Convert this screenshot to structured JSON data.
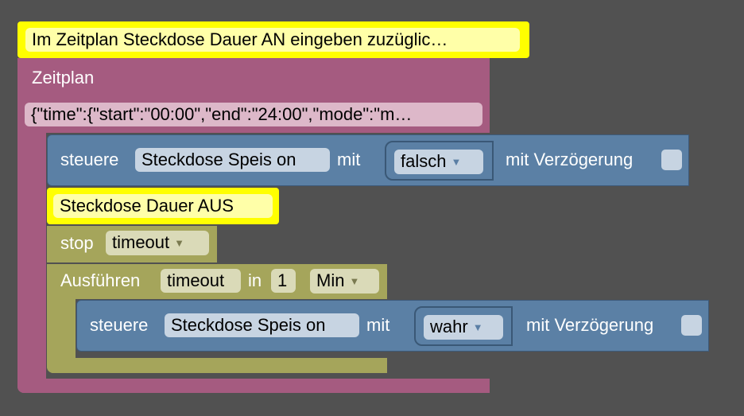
{
  "colors": {
    "workspace": "#515151",
    "comment": "#ffff00",
    "schedule": "#a55b80",
    "control": "#5b80a5",
    "timeout": "#a5a55b"
  },
  "comment_top": {
    "text": "Im Zeitplan Steckdose Dauer AN eingeben zuzüglic…"
  },
  "schedule": {
    "label": "Zeitplan",
    "value": "{\"time\":{\"start\":\"00:00\",\"end\":\"24:00\",\"mode\":\"m…"
  },
  "control_1": {
    "label": "steuere",
    "device": "Steckdose Speis on",
    "with_label": "mit",
    "value": "falsch",
    "value_arrow": "▼",
    "delay_label": "mit Verzögerung"
  },
  "comment_2": {
    "text": "Steckdose Dauer AUS"
  },
  "stop": {
    "label": "stop",
    "var": "timeout",
    "arrow": "▼"
  },
  "exec": {
    "label": "Ausführen",
    "var": "timeout",
    "in_label": "in",
    "amount": "1",
    "unit": "Min",
    "arrow": "▼"
  },
  "control_2": {
    "label": "steuere",
    "device": "Steckdose Speis on",
    "with_label": "mit",
    "value": "wahr",
    "value_arrow": "▼",
    "delay_label": "mit Verzögerung"
  }
}
